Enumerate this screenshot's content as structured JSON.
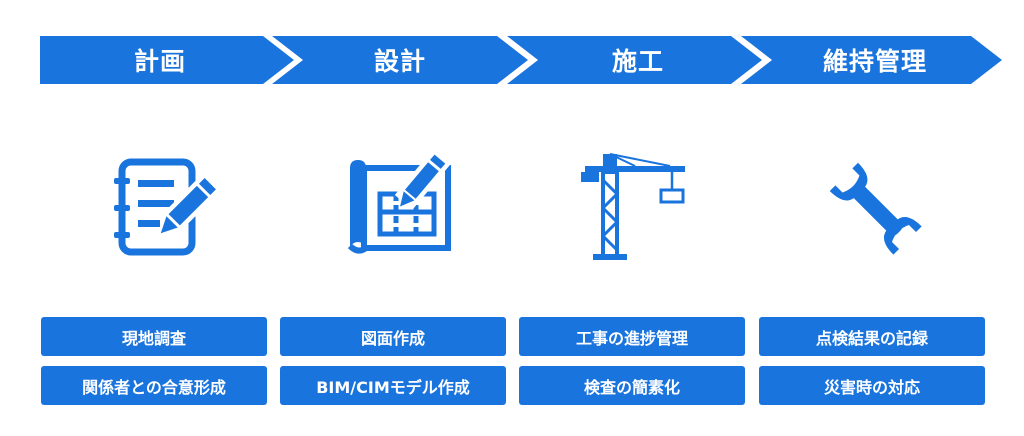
{
  "colors": {
    "accent": "#1a74dd",
    "background": "#ffffff"
  },
  "stages": [
    {
      "title": "計画",
      "icon": "notepad-pencil-icon",
      "tasks": [
        "現地調査",
        "関係者との合意形成"
      ]
    },
    {
      "title": "設計",
      "icon": "blueprint-pencil-icon",
      "tasks": [
        "図面作成",
        "BIM/CIMモデル作成"
      ]
    },
    {
      "title": "施工",
      "icon": "tower-crane-icon",
      "tasks": [
        "工事の進捗管理",
        "検査の簡素化"
      ]
    },
    {
      "title": "維持管理",
      "icon": "wrench-icon",
      "tasks": [
        "点検結果の記録",
        "災害時の対応"
      ]
    }
  ]
}
